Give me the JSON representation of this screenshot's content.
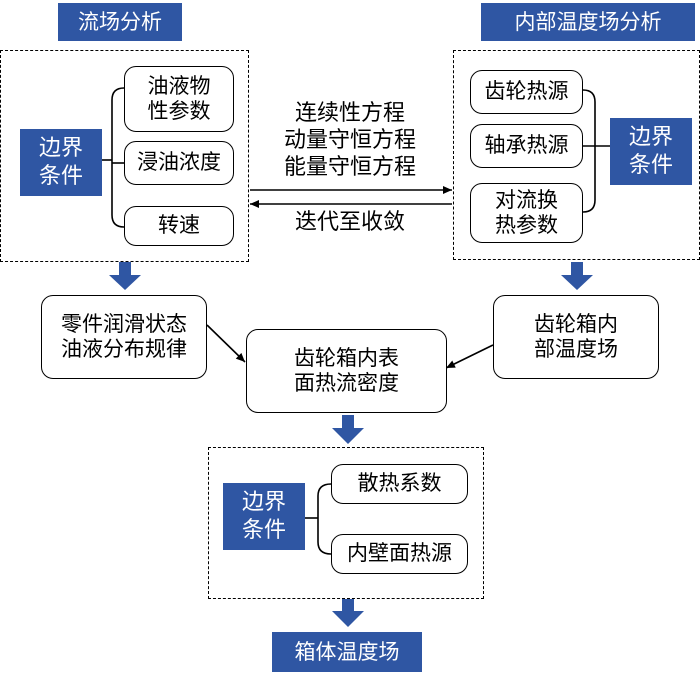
{
  "flow_section": {
    "title": "流场分析",
    "boundary": "边界\n条件",
    "items": [
      "油液物\n性参数",
      "浸油浓度",
      "转速"
    ]
  },
  "temp_section": {
    "title": "内部温度场分析",
    "boundary": "边界\n条件",
    "items": [
      "齿轮热源",
      "轴承热源",
      "对流换\n热参数"
    ]
  },
  "equations": "连续性方程\n动量守恒方程\n能量守恒方程",
  "iteration": "迭代至收敛",
  "lubrication": "零件润滑状态\n油液分布规律",
  "gearbox_temp": "齿轮箱内\n部温度场",
  "heat_flux": "齿轮箱内表\n面热流密度",
  "bottom_section": {
    "boundary": "边界\n条件",
    "items": [
      "散热系数",
      "内壁面热源"
    ]
  },
  "result": "箱体温度场",
  "colors": {
    "accent": "#2f56a3"
  }
}
